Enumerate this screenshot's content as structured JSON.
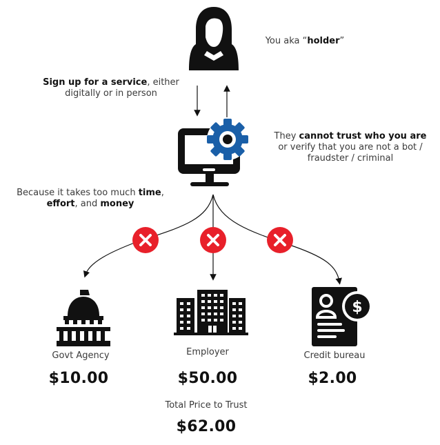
{
  "holder": {
    "caption_prefix": "You aka “",
    "caption_bold": "holder",
    "caption_suffix": "”",
    "icon": "person-icon"
  },
  "signup": {
    "bold": "Sign up for a service",
    "rest_line1": ", either",
    "line2": "digitally or in person"
  },
  "service": {
    "icon": "computer-gear-icon",
    "gear_color": "#1a5fa8"
  },
  "trust": {
    "prefix": "They ",
    "bold": "cannot trust who you are",
    "line2": "or verify that you are not a bot /",
    "line3": "fraudster / criminal"
  },
  "reason": {
    "line1_prefix": "Because it takes too much ",
    "line1_bold": "time",
    "line1_suffix": ",",
    "line2_bold1": "effort",
    "line2_mid": ", and ",
    "line2_bold2": "money"
  },
  "blocked_color": "#e8202a",
  "providers": [
    {
      "name": "Govt Agency",
      "price": "$10.00",
      "icon": "government-building-icon"
    },
    {
      "name": "Employer",
      "price": "$50.00",
      "icon": "office-buildings-icon"
    },
    {
      "name": "Credit bureau",
      "price": "$2.00",
      "icon": "credit-report-icon"
    }
  ],
  "total": {
    "label": "Total Price to Trust",
    "price": "$62.00"
  }
}
